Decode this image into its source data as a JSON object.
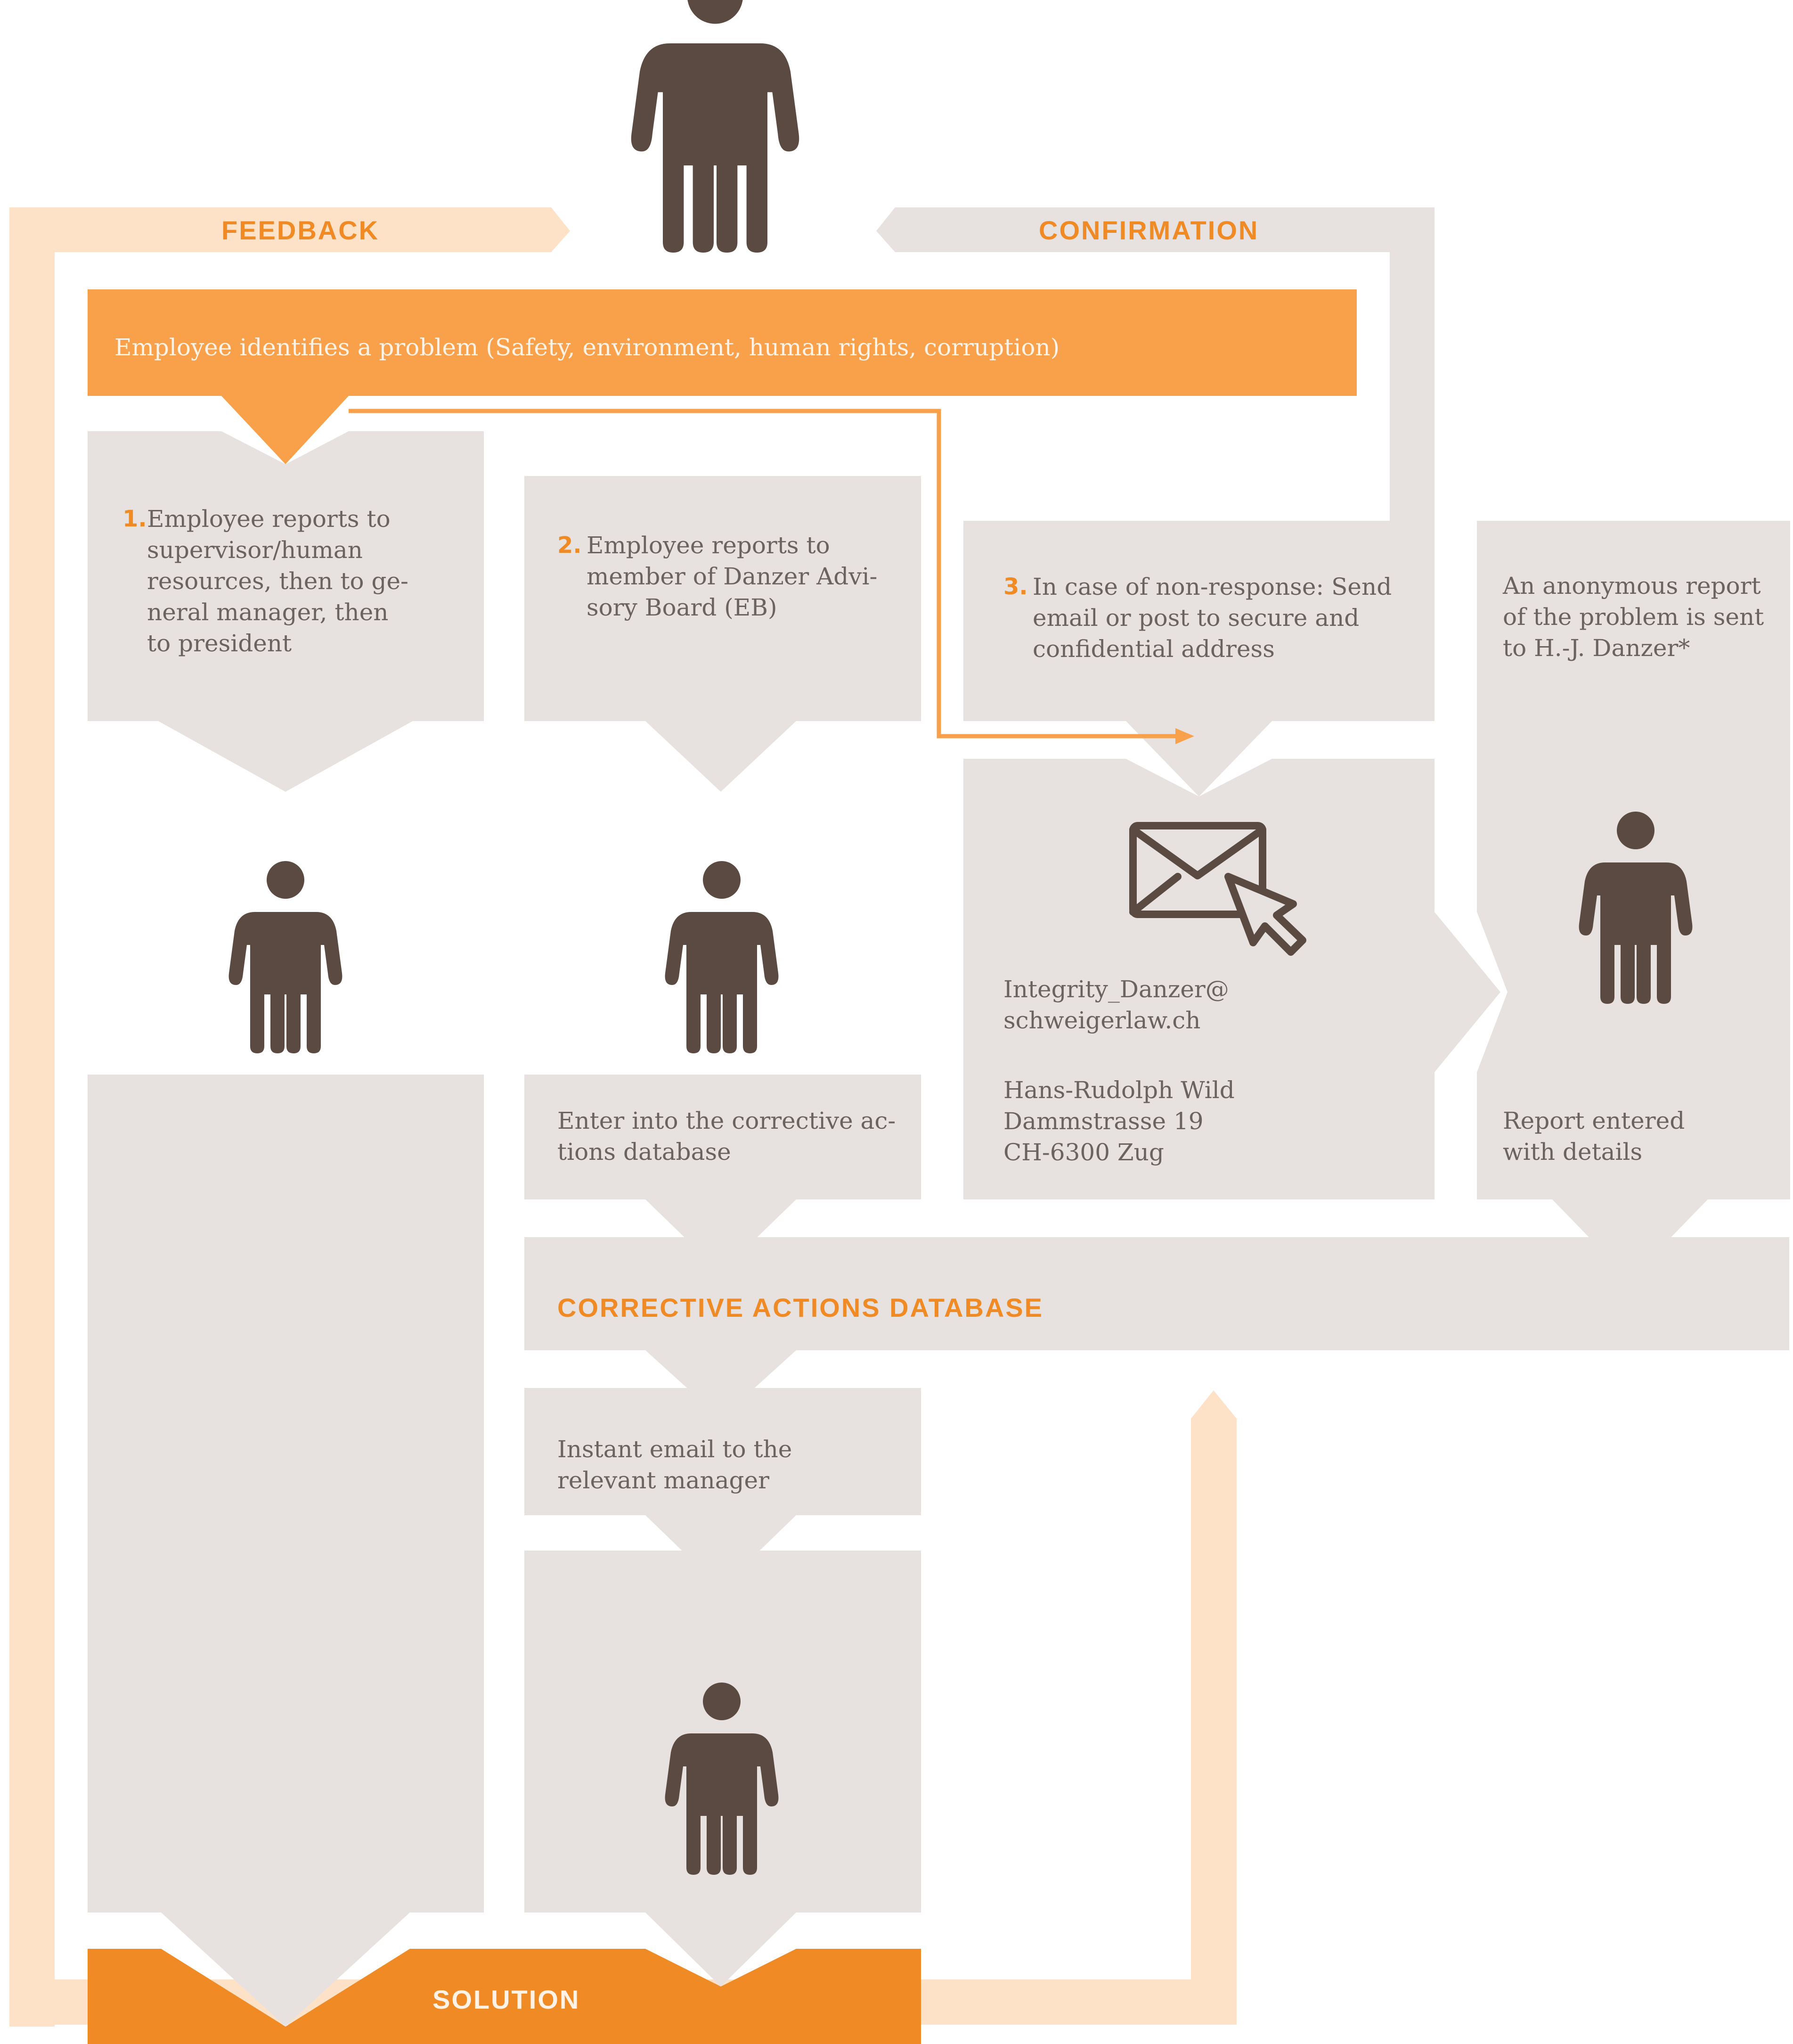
{
  "colors": {
    "gray_box": "#e7e2e0",
    "orange": "#f08a24",
    "orange_light": "#f9a14a",
    "peach": "#fde2c7",
    "person": "#5b4a41"
  },
  "loops": {
    "feedback": "FEEDBACK",
    "confirmation": "CONFIRMATION"
  },
  "top_bar": {
    "text": "Employee identifies a problem (Safety, environment, human rights, corruption)"
  },
  "channels": {
    "c1": {
      "number": "1.",
      "text": "Employee reports to\nsupervisor/human\nresources, then to ge-\nneral manager, then\nto president"
    },
    "c2": {
      "number": "2.",
      "text": "Employee reports to\nmember of Danzer Advi-\nsory Board (EB)"
    },
    "c3": {
      "number": "3.",
      "text": "In case of non-response: Send\nemail or post to secure and\nconfidential address"
    },
    "c4": {
      "text": "An anonymous report\nof the problem is sent\nto H.-J. Danzer*"
    }
  },
  "contact": {
    "email": "Integrity_Danzer@\nschweigerlaw.ch",
    "address": "Hans-Rudolph Wild\nDammstrasse 19\nCH-6300 Zug"
  },
  "steps": {
    "enter_db": "Enter into the corrective ac-\ntions database",
    "report_entered": "Report entered\nwith details",
    "database": "CORRECTIVE ACTIONS DATABASE",
    "instant_email": "Instant email to the\nrelevant manager",
    "solution": "SOLUTION"
  },
  "icons": [
    "person-icon",
    "email-cursor-icon"
  ]
}
